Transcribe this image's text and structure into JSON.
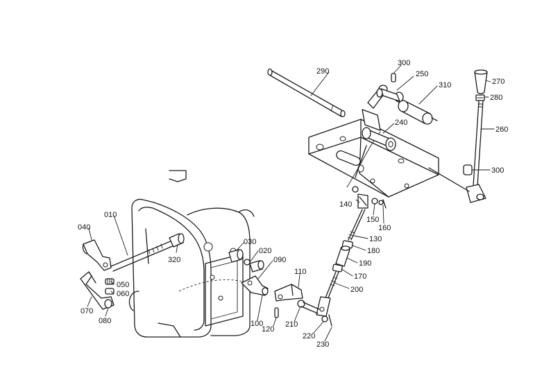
{
  "labels": {
    "p290": "290",
    "p300a": "300",
    "p250": "250",
    "p310": "310",
    "p270": "270",
    "p280": "280",
    "p260": "260",
    "p240": "240",
    "p300b": "300",
    "p140": "140",
    "p150": "150",
    "p160": "160",
    "p130": "130",
    "p180": "180",
    "p190": "190",
    "p170": "170",
    "p200": "200",
    "p110": "110",
    "p210": "210",
    "p220": "220",
    "p230": "230",
    "p120": "120",
    "p100": "100",
    "p090": "090",
    "p020": "020",
    "p030": "030",
    "p320": "320",
    "p010": "010",
    "p040": "040",
    "p050": "050",
    "p060": "060",
    "p070": "070",
    "p080": "080"
  }
}
